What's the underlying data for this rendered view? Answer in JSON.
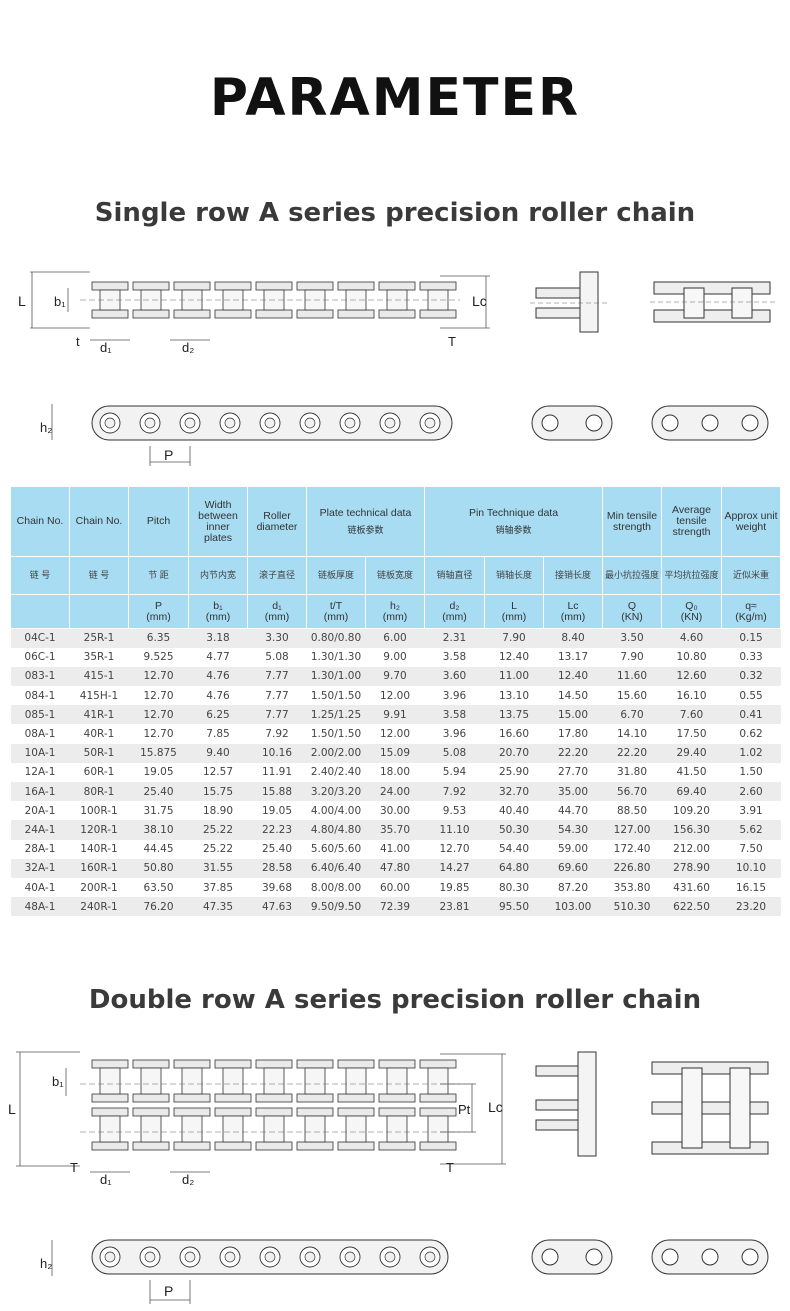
{
  "page_title": "PARAMETER",
  "sections": {
    "single_title": "Single row A series precision roller chain",
    "double_title": "Double row A series precision roller chain"
  },
  "diagram_labels": {
    "L": "L",
    "b1": "b₁",
    "t": "t",
    "T": "T",
    "d1": "d₁",
    "d2": "d₂",
    "Lc": "Lc",
    "Pt": "Pt",
    "h2": "h₂",
    "P": "P"
  },
  "table": {
    "head": {
      "chain_no": "Chain No.",
      "chain_no_zh": "链 号",
      "chain_no2": "Chain No.",
      "chain_no2_zh": "链 号",
      "pitch": "Pitch",
      "pitch_zh": "节 距",
      "pitch_unit1": "P",
      "pitch_unit2": "(mm)",
      "width": "Width between inner plates",
      "width_zh": "内节内宽",
      "width_unit1": "b₁",
      "width_unit2": "(mm)",
      "roller": "Roller diameter",
      "roller_zh": "滚子直径",
      "roller_unit1": "d₁",
      "roller_unit2": "(mm)",
      "plate": "Plate technical data",
      "plate_zh": "链板参数",
      "plate_thick_zh": "链板厚度",
      "plate_thick_unit1": "t/T",
      "plate_thick_unit2": "(mm)",
      "plate_width_zh": "链板宽度",
      "plate_width_unit1": "h₂",
      "plate_width_unit2": "(mm)",
      "pin": "Pin Technique data",
      "pin_zh": "销轴参数",
      "pin_dia_zh": "销轴直径",
      "pin_dia_unit1": "d₂",
      "pin_dia_unit2": "(mm)",
      "pin_len_zh": "销轴长度",
      "pin_len_unit1": "L",
      "pin_len_unit2": "(mm)",
      "pin_lc_zh": "接销长度",
      "pin_lc_unit1": "Lc",
      "pin_lc_unit2": "(mm)",
      "min_tensile": "Min tensile strength",
      "min_tensile_zh": "最小抗拉强度",
      "min_tensile_unit1": "Q",
      "min_tensile_unit2": "(KN)",
      "avg_tensile": "Average tensile strength",
      "avg_tensile_zh": "平均抗拉强度",
      "avg_tensile_unit1": "Q₀",
      "avg_tensile_unit2": "(KN)",
      "weight": "Approx unit weight",
      "weight_zh": "近似米重",
      "weight_unit1": "q≈",
      "weight_unit2": "(Kg/m)"
    },
    "rows": [
      [
        "04C-1",
        "25R-1",
        "6.35",
        "3.18",
        "3.30",
        "0.80/0.80",
        "6.00",
        "2.31",
        "7.90",
        "8.40",
        "3.50",
        "4.60",
        "0.15"
      ],
      [
        "06C-1",
        "35R-1",
        "9.525",
        "4.77",
        "5.08",
        "1.30/1.30",
        "9.00",
        "3.58",
        "12.40",
        "13.17",
        "7.90",
        "10.80",
        "0.33"
      ],
      [
        "083-1",
        "415-1",
        "12.70",
        "4.76",
        "7.77",
        "1.30/1.00",
        "9.70",
        "3.60",
        "11.00",
        "12.40",
        "11.60",
        "12.60",
        "0.32"
      ],
      [
        "084-1",
        "415H-1",
        "12.70",
        "4.76",
        "7.77",
        "1.50/1.50",
        "12.00",
        "3.96",
        "13.10",
        "14.50",
        "15.60",
        "16.10",
        "0.55"
      ],
      [
        "085-1",
        "41R-1",
        "12.70",
        "6.25",
        "7.77",
        "1.25/1.25",
        "9.91",
        "3.58",
        "13.75",
        "15.00",
        "6.70",
        "7.60",
        "0.41"
      ],
      [
        "08A-1",
        "40R-1",
        "12.70",
        "7.85",
        "7.92",
        "1.50/1.50",
        "12.00",
        "3.96",
        "16.60",
        "17.80",
        "14.10",
        "17.50",
        "0.62"
      ],
      [
        "10A-1",
        "50R-1",
        "15.875",
        "9.40",
        "10.16",
        "2.00/2.00",
        "15.09",
        "5.08",
        "20.70",
        "22.20",
        "22.20",
        "29.40",
        "1.02"
      ],
      [
        "12A-1",
        "60R-1",
        "19.05",
        "12.57",
        "11.91",
        "2.40/2.40",
        "18.00",
        "5.94",
        "25.90",
        "27.70",
        "31.80",
        "41.50",
        "1.50"
      ],
      [
        "16A-1",
        "80R-1",
        "25.40",
        "15.75",
        "15.88",
        "3.20/3.20",
        "24.00",
        "7.92",
        "32.70",
        "35.00",
        "56.70",
        "69.40",
        "2.60"
      ],
      [
        "20A-1",
        "100R-1",
        "31.75",
        "18.90",
        "19.05",
        "4.00/4.00",
        "30.00",
        "9.53",
        "40.40",
        "44.70",
        "88.50",
        "109.20",
        "3.91"
      ],
      [
        "24A-1",
        "120R-1",
        "38.10",
        "25.22",
        "22.23",
        "4.80/4.80",
        "35.70",
        "11.10",
        "50.30",
        "54.30",
        "127.00",
        "156.30",
        "5.62"
      ],
      [
        "28A-1",
        "140R-1",
        "44.45",
        "25.22",
        "25.40",
        "5.60/5.60",
        "41.00",
        "12.70",
        "54.40",
        "59.00",
        "172.40",
        "212.00",
        "7.50"
      ],
      [
        "32A-1",
        "160R-1",
        "50.80",
        "31.55",
        "28.58",
        "6.40/6.40",
        "47.80",
        "14.27",
        "64.80",
        "69.60",
        "226.80",
        "278.90",
        "10.10"
      ],
      [
        "40A-1",
        "200R-1",
        "63.50",
        "37.85",
        "39.68",
        "8.00/8.00",
        "60.00",
        "19.85",
        "80.30",
        "87.20",
        "353.80",
        "431.60",
        "16.15"
      ],
      [
        "48A-1",
        "240R-1",
        "76.20",
        "47.35",
        "47.63",
        "9.50/9.50",
        "72.39",
        "23.81",
        "95.50",
        "103.00",
        "510.30",
        "622.50",
        "23.20"
      ]
    ]
  }
}
